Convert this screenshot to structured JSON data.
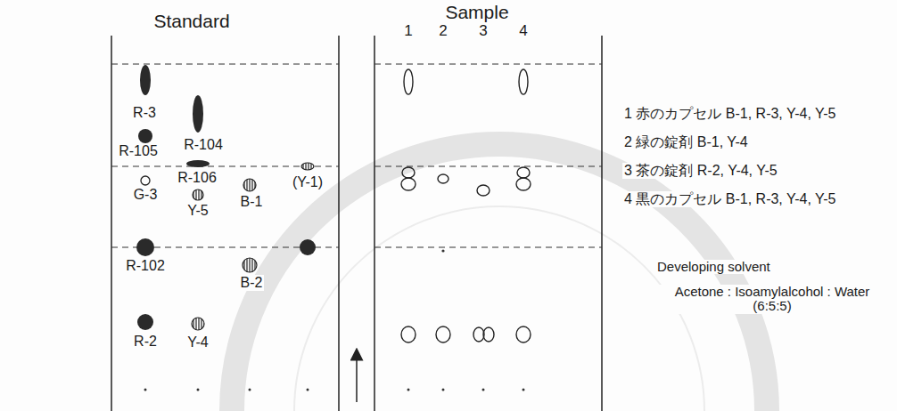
{
  "diagram": {
    "labels": [
      "Standard",
      "Sample",
      "1",
      "2",
      "3",
      "4",
      "R-3",
      "R-105",
      "R-104",
      "R-106",
      "G-3",
      "Y-5",
      "B-1",
      "(Y-1)",
      "R-102",
      "B-2",
      "R-2",
      "Y-4",
      "1 赤のカプセル B-1, R-3, Y-4, Y-5",
      "2 緑の錠剤 B-1, Y-4",
      "3 茶の錠剤 R-2, Y-4, Y-5",
      "4 黒のカプセル B-1, R-3, Y-4, Y-5",
      "Developing solvent",
      "Acetone : Isoamylalcohol : Water (6:5:5)"
    ]
  }
}
